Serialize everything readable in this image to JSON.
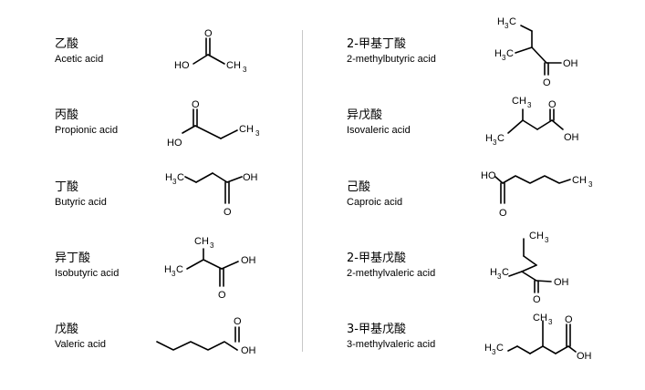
{
  "acids": [
    {
      "zh": "乙酸",
      "en": "Acetic acid",
      "labels": [
        "HO",
        "O",
        "CH",
        "3"
      ]
    },
    {
      "zh": "丙酸",
      "en": "Propionic acid",
      "labels": [
        "HO",
        "O",
        "CH",
        "3"
      ]
    },
    {
      "zh": "丁酸",
      "en": "Butyric acid",
      "labels": [
        "H",
        "3",
        "C",
        "OH",
        "O"
      ]
    },
    {
      "zh": "异丁酸",
      "en": "Isobutyric acid",
      "labels": [
        "CH",
        "3",
        "H",
        "3",
        "C",
        "OH",
        "O"
      ]
    },
    {
      "zh": "戊酸",
      "en": "Valeric acid",
      "labels": [
        "O",
        "OH"
      ]
    },
    {
      "zh": "2-甲基丁酸",
      "en": "2-methylbutyric acid",
      "labels": [
        "H",
        "3",
        "C",
        "H",
        "3",
        "C",
        "O",
        "OH"
      ]
    },
    {
      "zh": "异戊酸",
      "en": "Isovaleric acid",
      "labels": [
        "CH",
        "3",
        "H",
        "3",
        "C",
        "O",
        "OH"
      ]
    },
    {
      "zh": "己酸",
      "en": "Caproic acid",
      "labels": [
        "HO",
        "O",
        "CH",
        "3"
      ]
    },
    {
      "zh": "2-甲基戊酸",
      "en": "2-methylvaleric acid",
      "labels": [
        "CH",
        "3",
        "H",
        "3",
        "C",
        "O",
        "OH"
      ]
    },
    {
      "zh": "3-甲基戊酸",
      "en": "3-methylvaleric acid",
      "labels": [
        "CH",
        "3",
        "H",
        "3",
        "C",
        "O",
        "OH"
      ]
    }
  ]
}
